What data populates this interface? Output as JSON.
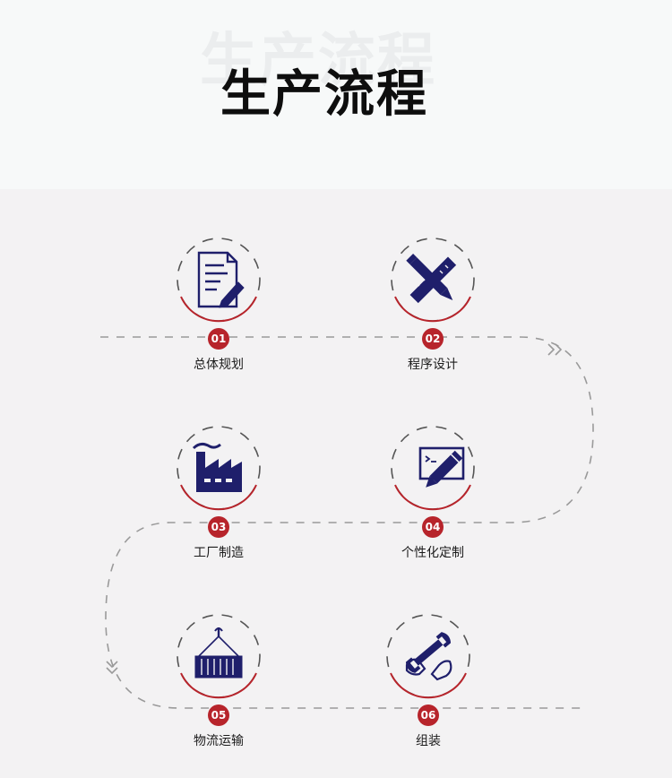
{
  "header": {
    "watermark": "生产流程",
    "title": "生产流程"
  },
  "steps": [
    {
      "number": "01",
      "label": "总体规划",
      "icon": "document-pen-icon"
    },
    {
      "number": "02",
      "label": "程序设计",
      "icon": "ruler-pencil-icon"
    },
    {
      "number": "03",
      "label": "工厂制造",
      "icon": "factory-icon"
    },
    {
      "number": "04",
      "label": "个性化定制",
      "icon": "monitor-pen-icon"
    },
    {
      "number": "05",
      "label": "物流运输",
      "icon": "container-crane-icon"
    },
    {
      "number": "06",
      "label": "组装",
      "icon": "hands-wrench-icon"
    }
  ],
  "colors": {
    "accent": "#b7242b",
    "icon": "#1f1f6b",
    "dash": "#9a9a9a"
  }
}
